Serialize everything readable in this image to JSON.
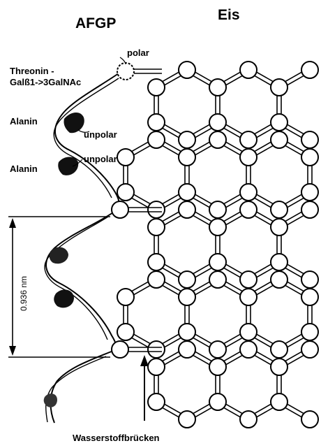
{
  "titles": {
    "left": "AFGP",
    "right": "Eis"
  },
  "labels": {
    "polar": "polar",
    "threonin_line1": "Threonin -",
    "threonin_line2": "Galß1->3GalNAc",
    "alanin_1": "Alanin",
    "unpolar_1": "unpolar",
    "alanin_2": "Alanin",
    "unpolar_2": "unpolar",
    "dimension": "0.936 nm",
    "wasserstoff": "Wasserstoffbrücken"
  },
  "colors": {
    "ink": "#000000",
    "atom_fill": "#ffffff",
    "helix_shade": "#d9d9d9"
  }
}
